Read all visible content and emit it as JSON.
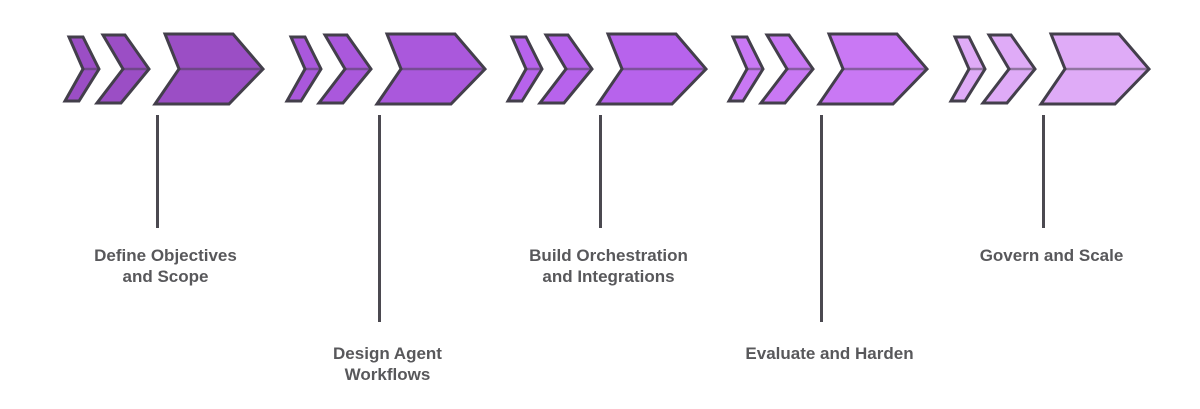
{
  "diagram": {
    "type": "process-chevron-timeline",
    "background": "#ffffff",
    "outline_color": "#433f4b",
    "connector_color": "#4b4950",
    "label_color": "#58585b",
    "stages": [
      {
        "label": "Define Objectives and Scope",
        "line1": "Define Objectives",
        "line2": "and Scope",
        "fill": "#9b4ec5",
        "label_position": "upper"
      },
      {
        "label": "Design Agent Workflows",
        "line1": "Design Agent",
        "line2": "Workflows",
        "fill": "#aa58dc",
        "label_position": "lower"
      },
      {
        "label": "Build Orchestration and Integrations",
        "line1": "Build Orchestration",
        "line2": "and Integrations",
        "fill": "#b763ec",
        "label_position": "upper"
      },
      {
        "label": "Evaluate and Harden",
        "line1": "Evaluate and Harden",
        "line2": "",
        "fill": "#c978f4",
        "label_position": "lower"
      },
      {
        "label": "Govern and Scale",
        "line1": "Govern and Scale",
        "line2": "",
        "fill": "#dfabf7",
        "label_position": "upper"
      }
    ]
  }
}
